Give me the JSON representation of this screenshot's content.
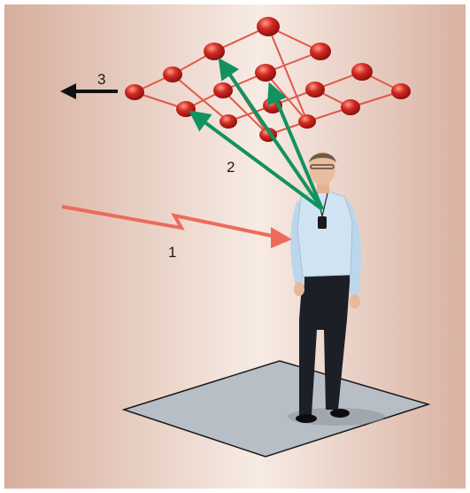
{
  "labels": {
    "signal_label": "1",
    "direction_label": "2",
    "move_label": "3"
  },
  "colors": {
    "background_edge": "#d9b3a3",
    "background_center": "#f6e9e2",
    "node": "#c8201c",
    "node_highlight": "#ff8a78",
    "node_link": "#e0584a",
    "signal_arrow": "#ee6b5b",
    "direction_arrow": "#12925f",
    "move_arrow": "#111111",
    "floor_mat": "#b9bfc6",
    "shirt": "#cfe3f3",
    "trousers": "#1b1e24"
  },
  "icons": {
    "node": "sphere-node-icon",
    "signal": "lightning-arrow-icon",
    "move": "left-arrow-icon"
  }
}
